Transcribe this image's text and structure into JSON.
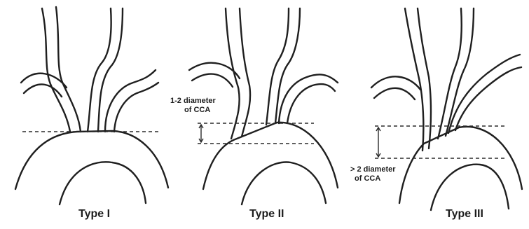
{
  "panels": [
    {
      "label": "Type I"
    },
    {
      "label": "Type II",
      "note_line1": "1-2 diameter",
      "note_line2": "of CCA"
    },
    {
      "label": "Type III",
      "note_line1": "> 2 diameter",
      "note_line2": "of CCA"
    }
  ]
}
